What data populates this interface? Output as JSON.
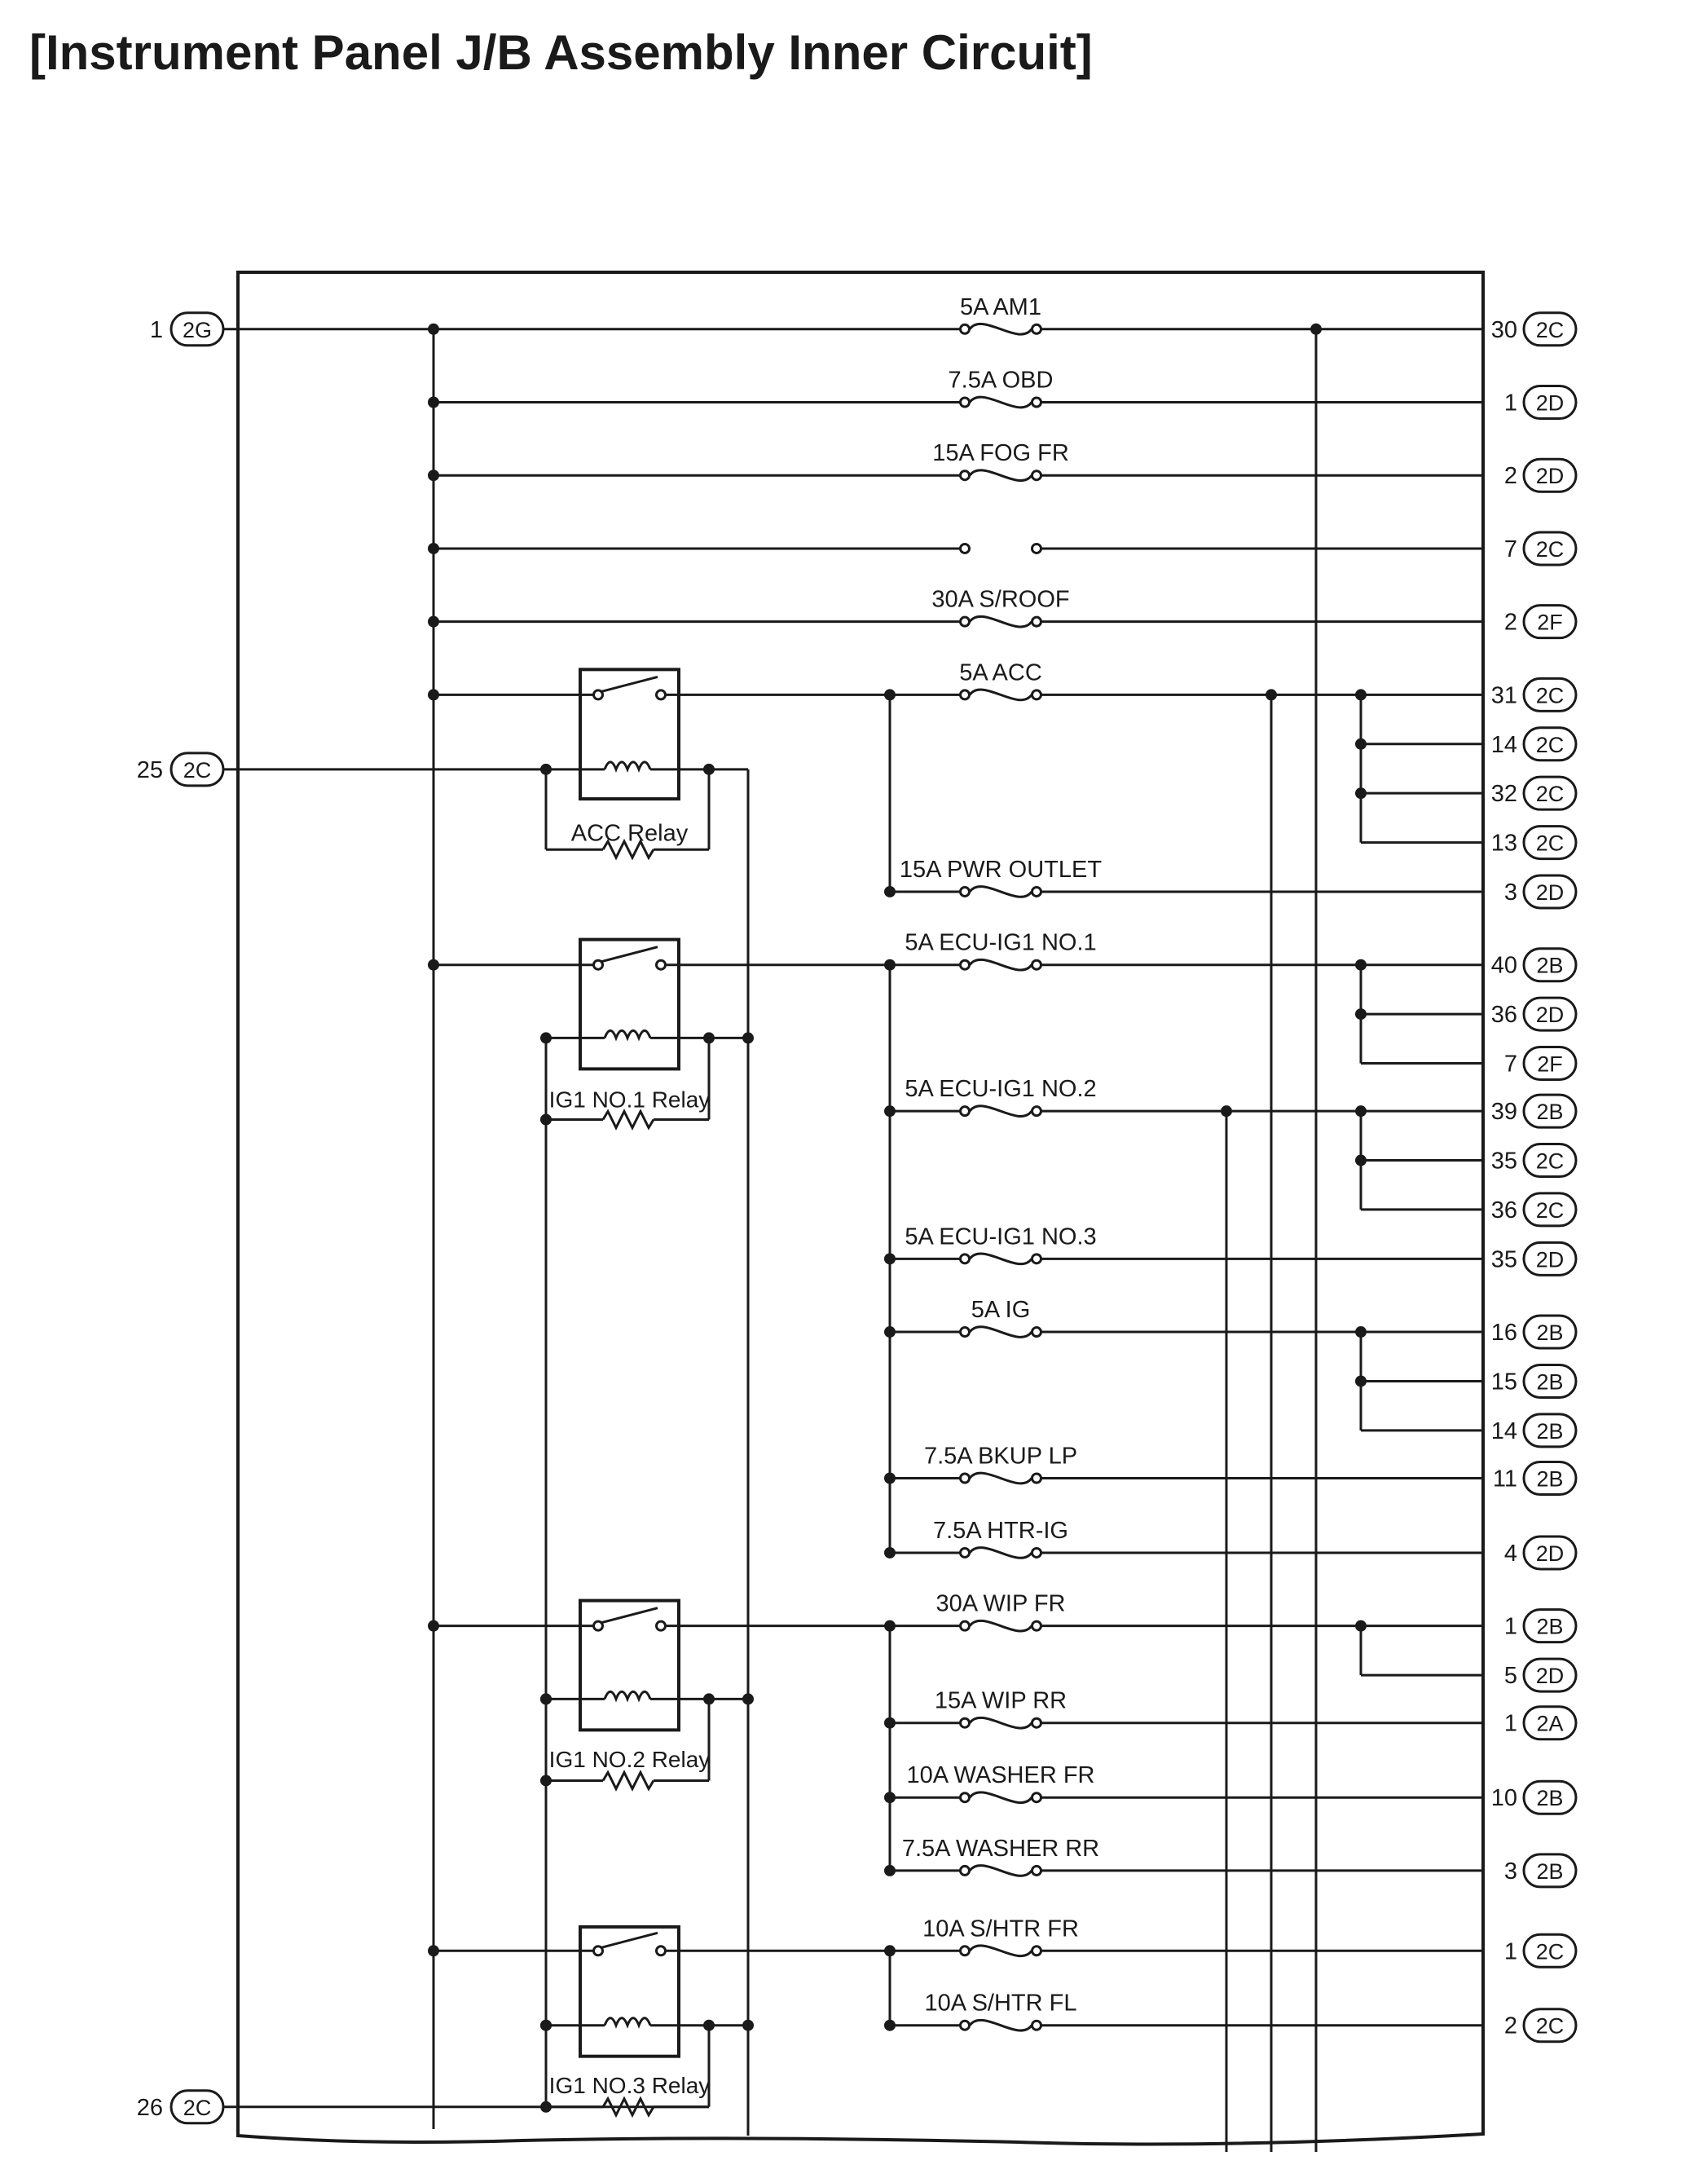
{
  "title": "[Instrument Panel J/B Assembly Inner Circuit]",
  "colors": {
    "ink": "#1a1a1a",
    "background": "#ffffff"
  },
  "left_connectors": [
    {
      "pin": "1",
      "connector": "2G"
    },
    {
      "pin": "25",
      "connector": "2C"
    },
    {
      "pin": "26",
      "connector": "2C"
    }
  ],
  "relays": [
    {
      "name": "ACC Relay"
    },
    {
      "name": "IG1 NO.1 Relay"
    },
    {
      "name": "IG1 NO.2 Relay"
    },
    {
      "name": "IG1 NO.3 Relay"
    }
  ],
  "fuses": [
    {
      "label": "5A AM1"
    },
    {
      "label": "7.5A OBD"
    },
    {
      "label": "15A FOG FR"
    },
    {
      "label": ""
    },
    {
      "label": "30A S/ROOF"
    },
    {
      "label": "5A ACC"
    },
    {
      "label": "15A PWR OUTLET"
    },
    {
      "label": "5A ECU-IG1 NO.1"
    },
    {
      "label": "5A ECU-IG1 NO.2"
    },
    {
      "label": "5A ECU-IG1 NO.3"
    },
    {
      "label": "5A IG"
    },
    {
      "label": "7.5A BKUP LP"
    },
    {
      "label": "7.5A HTR-IG"
    },
    {
      "label": "30A WIP FR"
    },
    {
      "label": "15A WIP RR"
    },
    {
      "label": "10A WASHER FR"
    },
    {
      "label": "7.5A WASHER RR"
    },
    {
      "label": "10A S/HTR FR"
    },
    {
      "label": "10A S/HTR FL"
    }
  ],
  "right_connectors": [
    {
      "pin": "30",
      "connector": "2C"
    },
    {
      "pin": "1",
      "connector": "2D"
    },
    {
      "pin": "2",
      "connector": "2D"
    },
    {
      "pin": "7",
      "connector": "2C"
    },
    {
      "pin": "2",
      "connector": "2F"
    },
    {
      "pin": "31",
      "connector": "2C"
    },
    {
      "pin": "14",
      "connector": "2C"
    },
    {
      "pin": "32",
      "connector": "2C"
    },
    {
      "pin": "13",
      "connector": "2C"
    },
    {
      "pin": "3",
      "connector": "2D"
    },
    {
      "pin": "40",
      "connector": "2B"
    },
    {
      "pin": "36",
      "connector": "2D"
    },
    {
      "pin": "7",
      "connector": "2F"
    },
    {
      "pin": "39",
      "connector": "2B"
    },
    {
      "pin": "35",
      "connector": "2C"
    },
    {
      "pin": "36",
      "connector": "2C"
    },
    {
      "pin": "35",
      "connector": "2D"
    },
    {
      "pin": "16",
      "connector": "2B"
    },
    {
      "pin": "15",
      "connector": "2B"
    },
    {
      "pin": "14",
      "connector": "2B"
    },
    {
      "pin": "11",
      "connector": "2B"
    },
    {
      "pin": "4",
      "connector": "2D"
    },
    {
      "pin": "1",
      "connector": "2B"
    },
    {
      "pin": "5",
      "connector": "2D"
    },
    {
      "pin": "1",
      "connector": "2A"
    },
    {
      "pin": "10",
      "connector": "2B"
    },
    {
      "pin": "3",
      "connector": "2B"
    },
    {
      "pin": "1",
      "connector": "2C"
    },
    {
      "pin": "2",
      "connector": "2C"
    }
  ]
}
